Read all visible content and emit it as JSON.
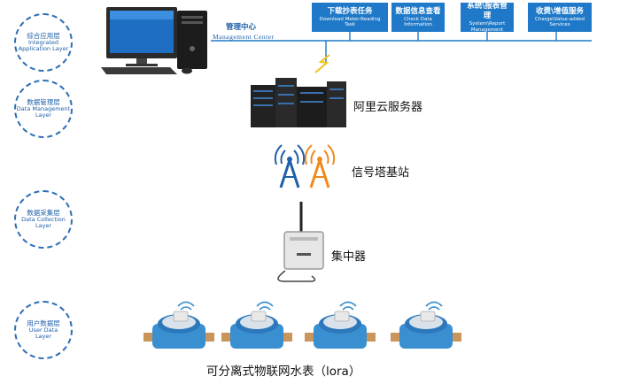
{
  "layers": [
    {
      "cn": "综合应用层",
      "en1": "Integrated",
      "en2": "Application Layer"
    },
    {
      "cn": "数据管理层",
      "en1": "Data Management",
      "en2": "Layer"
    },
    {
      "cn": "数据采集层",
      "en1": "Data Collection",
      "en2": "Layer"
    },
    {
      "cn": "用户数据层",
      "en1": "User Data",
      "en2": "Layer"
    }
  ],
  "management_center": {
    "cn": "管理中心",
    "en": "Management Center"
  },
  "functions": [
    {
      "cn": "下载抄表任务",
      "en1": "Download Meter-Reading",
      "en2": "Task"
    },
    {
      "cn": "数据信息查看",
      "en1": "Check Data",
      "en2": "Information"
    },
    {
      "cn": "系统\\报表管理",
      "en1": "System\\Report",
      "en2": "Management"
    },
    {
      "cn": "收费\\增值服务",
      "en1": "Charge\\Value-added",
      "en2": "Services"
    }
  ],
  "nodes": {
    "server": "阿里云服务器",
    "tower": "信号塔基站",
    "concentrator": "集中器",
    "meters": "可分离式物联网水表（lora）"
  },
  "colors": {
    "accent": "#1f79c8",
    "dashed": "#2f6fb5",
    "tower_blue": "#1f5fa8",
    "tower_orange": "#f08a1c",
    "meter_blue": "#3a8fd0"
  }
}
